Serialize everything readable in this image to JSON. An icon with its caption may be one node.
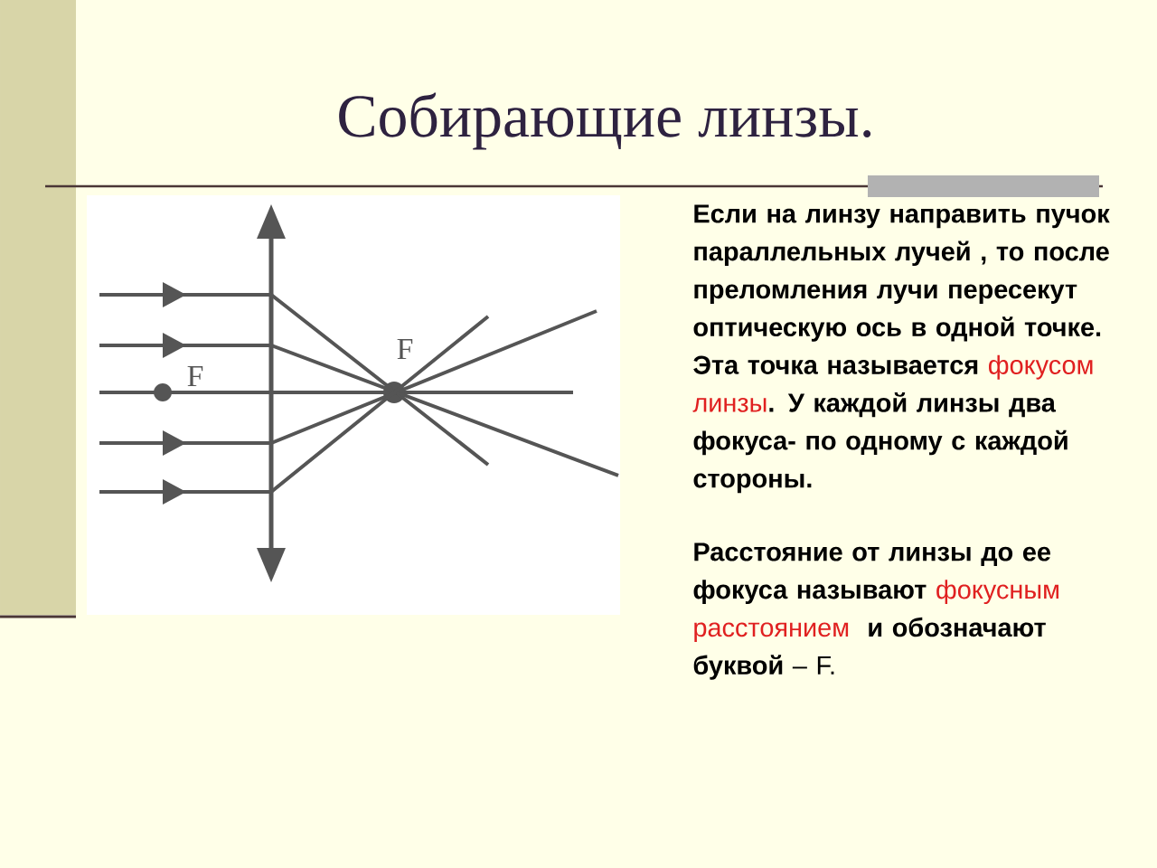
{
  "diagram": {
    "title": "Собирающие линзы.",
    "labels": [
      "F",
      "F",
      "Если на линзу направить пучок параллельных лучей , то после преломления лучи пересекут оптическую ось в одной точке. Эта точка называется",
      "фокусом линзы",
      ". У каждой линзы два фокуса- по одному с каждой стороны.",
      "Расстояние от линзы до ее фокуса называют",
      "фокусным расстоянием",
      "и обозначают буквой",
      "– F."
    ]
  }
}
